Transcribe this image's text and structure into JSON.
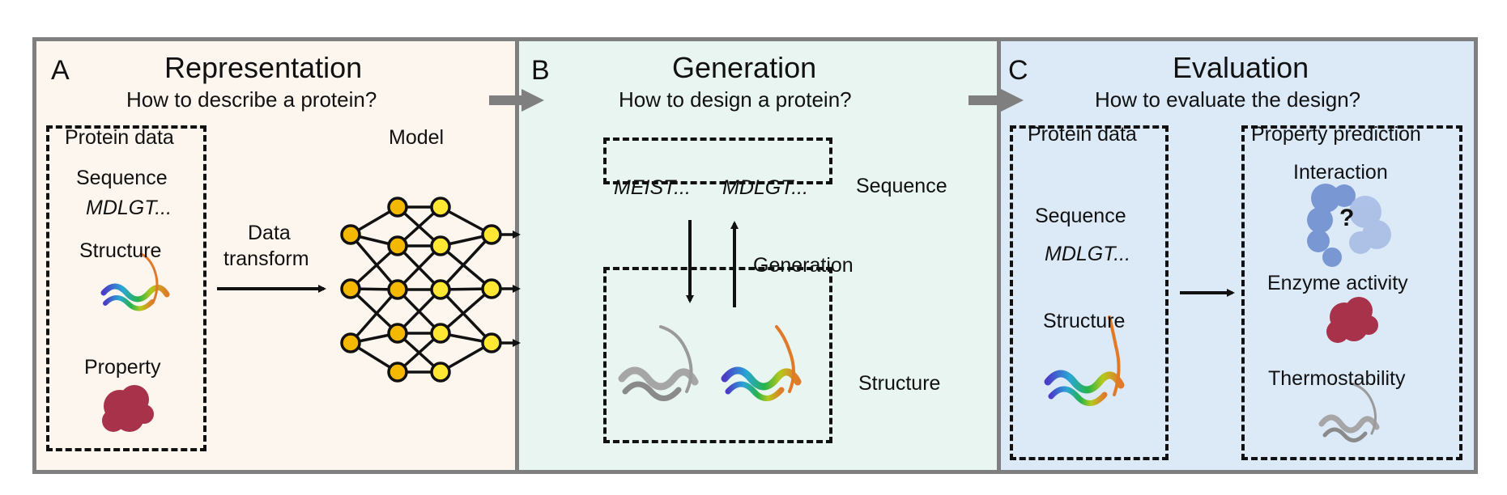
{
  "panelA": {
    "letter": "A",
    "title": "Representation",
    "subtitle": "How to describe a protein?",
    "data_title": "Protein data",
    "sequence_label": "Sequence",
    "sequence_value": "MDLGT...",
    "structure_label": "Structure",
    "property_label": "Property",
    "transform_label_1": "Data",
    "transform_label_2": "transform",
    "model_label": "Model"
  },
  "panelB": {
    "letter": "B",
    "title": "Generation",
    "subtitle": "How to design a protein?",
    "seq_left": "MEIST...",
    "seq_right": "MDLGT...",
    "sequence_label": "Sequence",
    "generation_label": "Generation",
    "structure_label": "Structure"
  },
  "panelC": {
    "letter": "C",
    "title": "Evaluation",
    "subtitle": "How to evaluate the design?",
    "data_title": "Protein data",
    "sequence_label": "Sequence",
    "sequence_value": "MDLGT...",
    "structure_label": "Structure",
    "prediction_title": "Property prediction",
    "interaction_label": "Interaction",
    "interaction_mark": "?",
    "enzyme_label": "Enzyme activity",
    "thermo_label": "Thermostability"
  },
  "colors": {
    "panel_border": "#7f7f7f",
    "panelA_bg": "#fdf6ef",
    "panelB_bg": "#e8f5f0",
    "panelC_bg": "#dceaf8",
    "node_fill": "#f5b800",
    "node_fill_light": "#ffe733",
    "property_blob": "#a8324a",
    "interaction_blob": "#6f8fd0"
  }
}
